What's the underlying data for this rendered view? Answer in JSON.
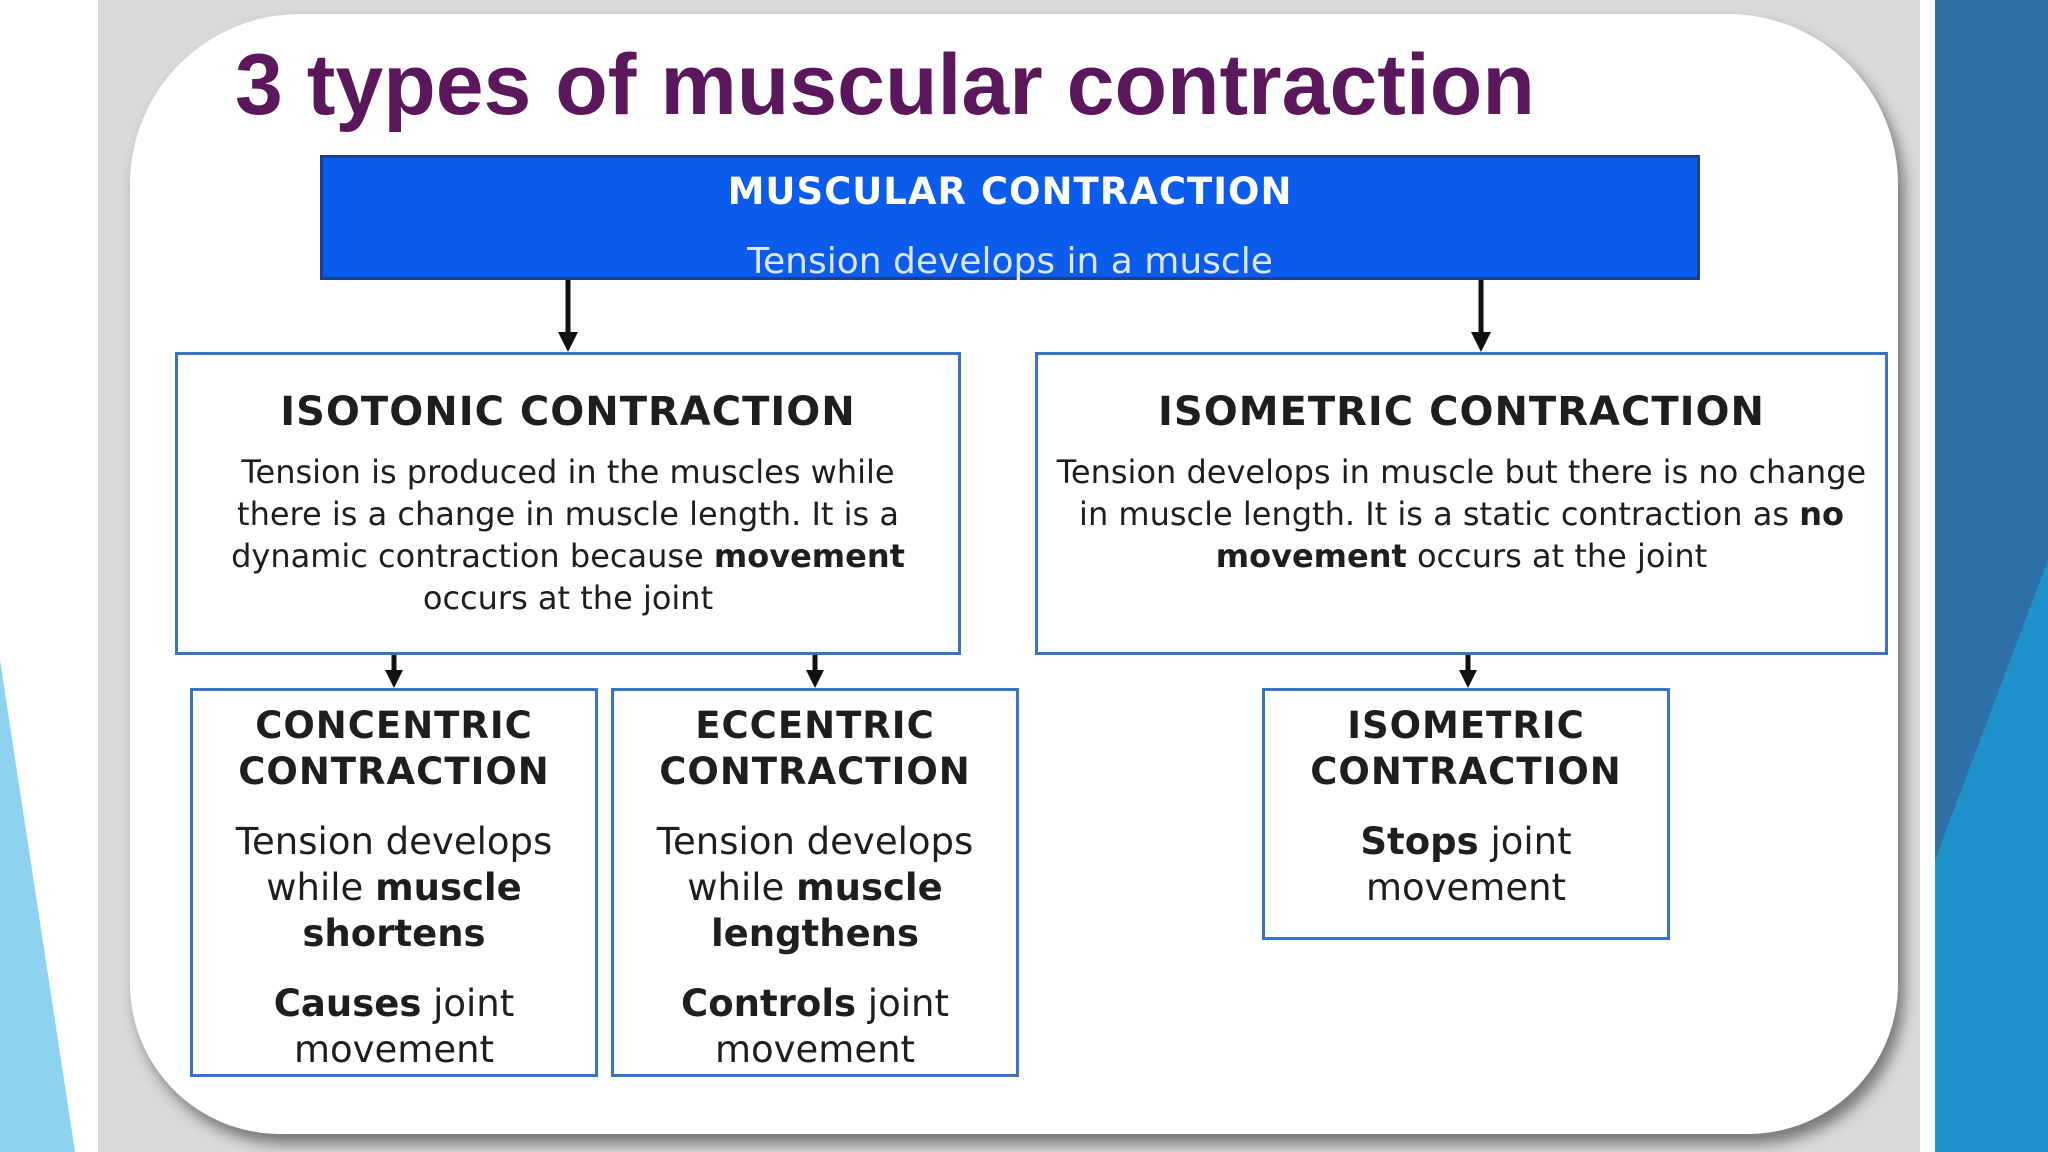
{
  "title": "3 types of muscular contraction",
  "colors": {
    "title": "#5a175c",
    "root_fill": "#0b5ced",
    "box_border": "#3a72c4",
    "accent_blue": "#1f93c9"
  },
  "root": {
    "heading": "MUSCULAR CONTRACTION",
    "desc": "Tension develops in a muscle"
  },
  "isotonic": {
    "heading": "ISOTONIC CONTRACTION",
    "desc_before": "Tension is produced in the muscles while there is a change in muscle length. It is a dynamic contraction because",
    "desc_bold": "movement",
    "desc_after": "occurs at the joint"
  },
  "isometric": {
    "heading": "ISOMETRIC CONTRACTION",
    "desc_before": "Tension develops in muscle but there is no change in muscle length. It is a static contraction as",
    "desc_bold": "no movement",
    "desc_after": "occurs at the joint"
  },
  "concentric": {
    "heading_line1": "CONCENTRIC",
    "heading_line2": "CONTRACTION",
    "desc_before": "Tension develops while",
    "desc_bold": "muscle shortens",
    "effect_bold": "Causes",
    "effect_after": "joint movement"
  },
  "eccentric": {
    "heading_line1": "ECCENTRIC",
    "heading_line2": "CONTRACTION",
    "desc_before": "Tension develops while",
    "desc_bold": "muscle lengthens",
    "effect_bold": "Controls",
    "effect_after": "joint movement"
  },
  "isometric_leaf": {
    "heading_line1": "ISOMETRIC",
    "heading_line2": "CONTRACTION",
    "effect_bold": "Stops",
    "effect_after": "joint movement"
  }
}
